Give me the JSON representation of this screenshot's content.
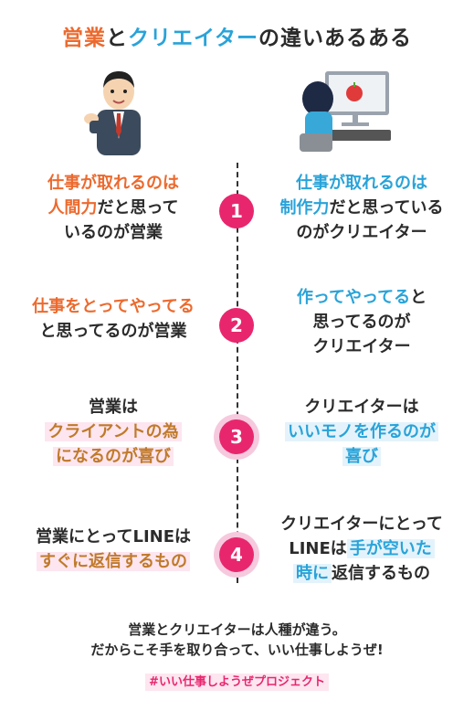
{
  "title": {
    "part1": "営業",
    "part2": "と",
    "part3": "クリエイター",
    "part4": "の違いあるある"
  },
  "rows": [
    {
      "num": "1",
      "left": {
        "l1": "仕事が取れるのは",
        "l2a": "人間力",
        "l2b": "だと思って",
        "l3": "いるのが営業"
      },
      "right": {
        "l1": "仕事が取れるのは",
        "l2a": "制作力",
        "l2b": "だと思っている",
        "l3": "のがクリエイター"
      }
    },
    {
      "num": "2",
      "left": {
        "l1": "仕事をとってやってる",
        "l2": "と思ってるのが営業"
      },
      "right": {
        "l1a": "作ってやってる",
        "l1b": "と",
        "l2": "思ってるのが",
        "l3": "クリエイター"
      }
    },
    {
      "num": "3",
      "left": {
        "l1": "営業は",
        "l2": "クライアントの為",
        "l3": "になるのが喜び"
      },
      "right": {
        "l1": "クリエイターは",
        "l2": "いいモノを作るのが",
        "l3": "喜び"
      }
    },
    {
      "num": "4",
      "left": {
        "l1": "営業にとってLINEは",
        "l2": "すぐに返信するもの"
      },
      "right": {
        "l1": "クリエイターにとって",
        "l2a": "LINEは",
        "l2b": "手が空いた",
        "l3a": "時に",
        "l3b": "返信するもの"
      }
    }
  ],
  "footer": {
    "line1": "営業とクリエイターは人種が違う。",
    "line2": "だからこそ手を取り合って、いい仕事しようぜ!",
    "hashtag": "#いい仕事しようぜプロジェクト"
  }
}
